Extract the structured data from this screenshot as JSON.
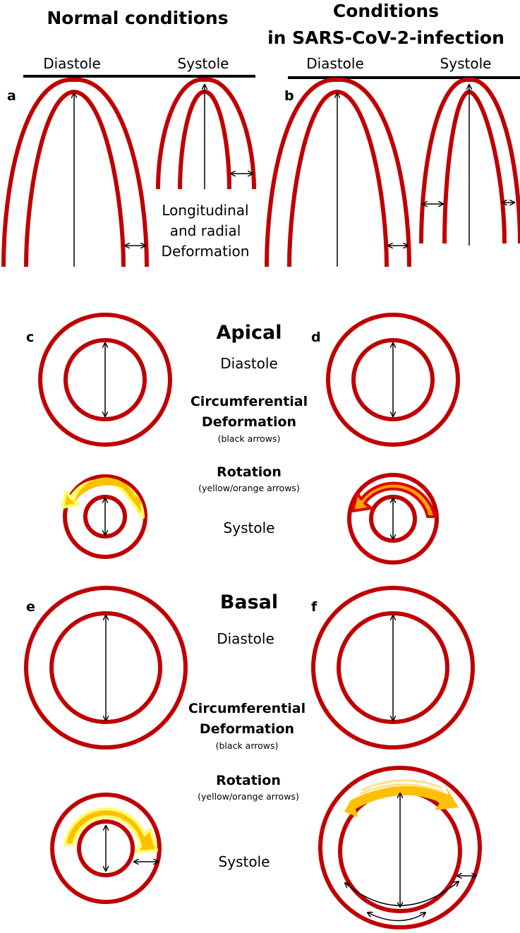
{
  "titles": {
    "normal": "Normal conditions",
    "sars_line1": "Conditions",
    "sars_line2": "in SARS-CoV-2-infection"
  },
  "phases": {
    "diastole": "Diastole",
    "systole": "Systole"
  },
  "panels": {
    "a": "a",
    "b": "b",
    "c": "c",
    "d": "d",
    "e": "e",
    "f": "f"
  },
  "longitudinal_label": [
    "Longitudinal",
    "and radial",
    "Deformation"
  ],
  "apical": {
    "heading": "Apical",
    "diastole": "Diastole",
    "circ_line1": "Circumferential",
    "circ_line2": "Deformation",
    "circ_note": "(black arrows)",
    "rotation": "Rotation",
    "rotation_note": "(yellow/orange arrows)",
    "systole": "Systole"
  },
  "basal": {
    "heading": "Basal",
    "diastole": "Diastole",
    "circ_line1": "Circumferential",
    "circ_line2": "Deformation",
    "circ_note": "(black arrows)",
    "rotation": "Rotation",
    "rotation_note": "(yellow/orange arrows)",
    "systole": "Systole"
  },
  "colors": {
    "wall": "#c00000",
    "arrow": "#000000",
    "rotation_normal_fill": "#ffc000",
    "rotation_normal_edge": "#ffff66",
    "rotation_sars_fill": "#ffa500",
    "rotation_sars_edge": "#e00000",
    "rotation_faint": "#ffe08a"
  }
}
